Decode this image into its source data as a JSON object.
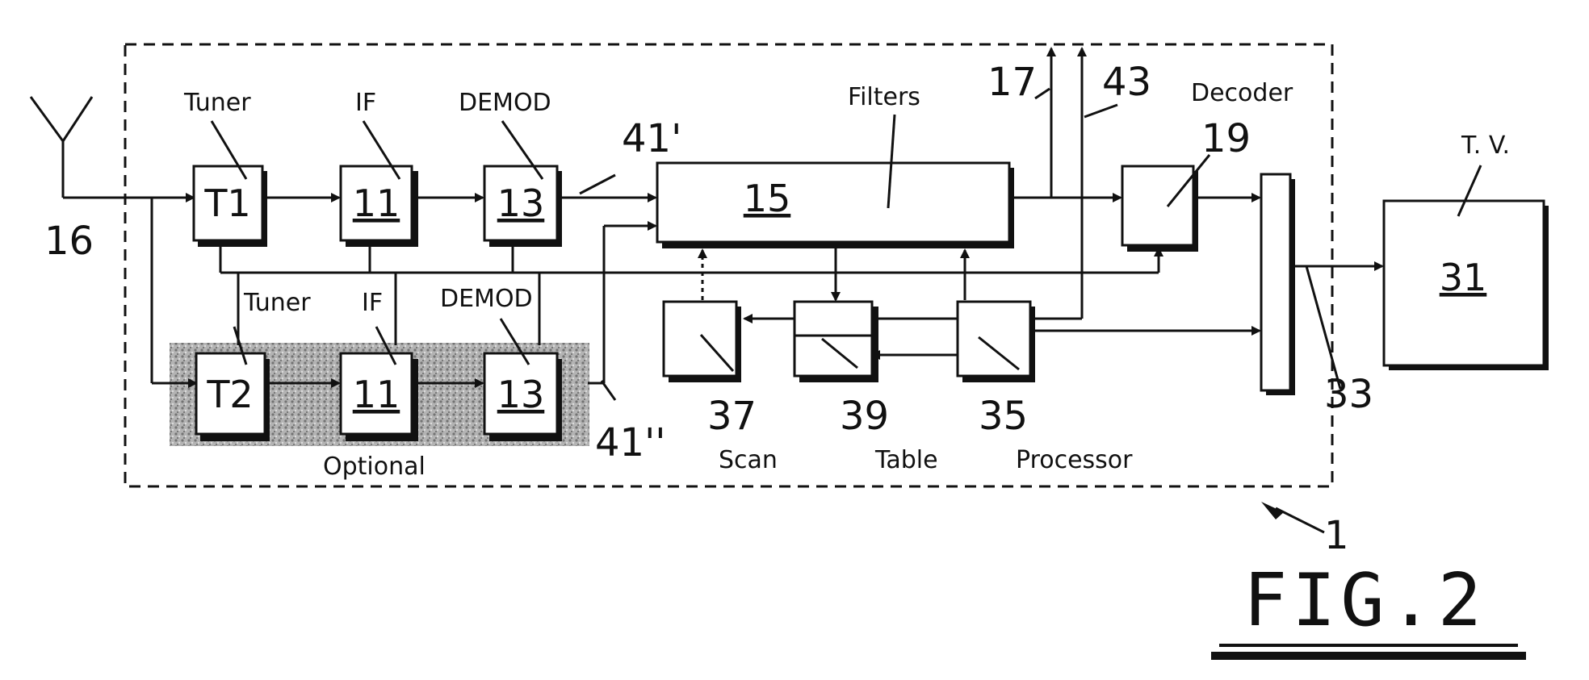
{
  "labels": {
    "tuner_top": "Tuner",
    "if_top": "IF",
    "demod_top": "DEMOD",
    "filters": "Filters",
    "decoder": "Decoder",
    "tv": "T. V.",
    "tuner_bottom": "Tuner",
    "if_bottom": "IF",
    "demod_bottom": "DEMOD",
    "optional": "Optional",
    "scan": "Scan",
    "table": "Table",
    "processor": "Processor"
  },
  "blocks": {
    "t1": "T1",
    "if1": "11",
    "demod1": "13",
    "filters": "15",
    "decoder": "19",
    "t2": "T2",
    "if2": "11",
    "demod2": "13",
    "scan": "37",
    "table": "39",
    "processor": "35",
    "tv": "31"
  },
  "refs": {
    "antenna": "16",
    "out17": "17",
    "out43": "43",
    "line41a": "41'",
    "line41b": "41''",
    "line33": "33",
    "device": "1"
  },
  "figure": "FIG.2"
}
